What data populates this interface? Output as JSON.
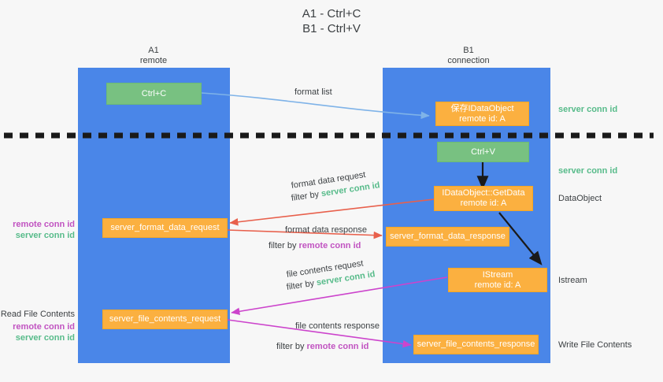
{
  "title": "A1 - Ctrl+C\nB1 - Ctrl+V",
  "lanes": [
    {
      "name": "lane-a1",
      "header": "A1\nremote",
      "color": "#4a86e8"
    },
    {
      "name": "lane-b1",
      "header": "B1\nconnection",
      "color": "#4a86e8"
    }
  ],
  "nodes": {
    "ctrl_c": "Ctrl+C",
    "save_idataobject": "保存IDataObject\nremote id: A",
    "ctrl_v": "Ctrl+V",
    "getdata": "IDataObject::GetData\nremote id: A",
    "server_format_data_request": "server_format_data_request",
    "server_format_data_response": "server_format_data_response",
    "istream": "IStream\nremote id: A",
    "server_file_contents_request": "server_file_contents_request",
    "server_file_contents_response": "server_file_contents_response"
  },
  "edge_labels": {
    "format_list": "format list",
    "format_data_request": "format data request",
    "format_data_request_filter_prefix": "filter by ",
    "format_data_request_filter_value": "server conn id",
    "format_data_response": "format data response",
    "format_data_response_filter_prefix": "filter by ",
    "format_data_response_filter_value": "remote conn id",
    "file_contents_request": "file contents request",
    "file_contents_request_filter_prefix": "filter by ",
    "file_contents_request_filter_value": "server conn id",
    "file_contents_response": "file contents response",
    "file_contents_response_filter_prefix": "filter by ",
    "file_contents_response_filter_value": "remote conn id"
  },
  "right_notes": {
    "server_conn_id_top": "server conn id",
    "server_conn_id_mid": "server conn id",
    "dataobject": "DataObject",
    "istream": "Istream",
    "write_file_contents": "Write File Contents"
  },
  "left_notes": {
    "remote_conn_id_1": "remote conn id",
    "server_conn_id_1": "server conn id",
    "read_file_contents": "Read File Contents",
    "remote_conn_id_2": "remote conn id",
    "server_conn_id_2": "server conn id"
  },
  "colors": {
    "lane": "#4a86e8",
    "green_box": "#78c181",
    "orange_box": "#fbb040",
    "green_text": "#57bb8a",
    "purple_text": "#c153c1",
    "red_arrow": "#e8604c",
    "magenta_arrow": "#cc44cc",
    "blue_arrow": "#7fb3e8",
    "dark_arrow": "#1a1a1a",
    "background": "#f7f7f7"
  }
}
